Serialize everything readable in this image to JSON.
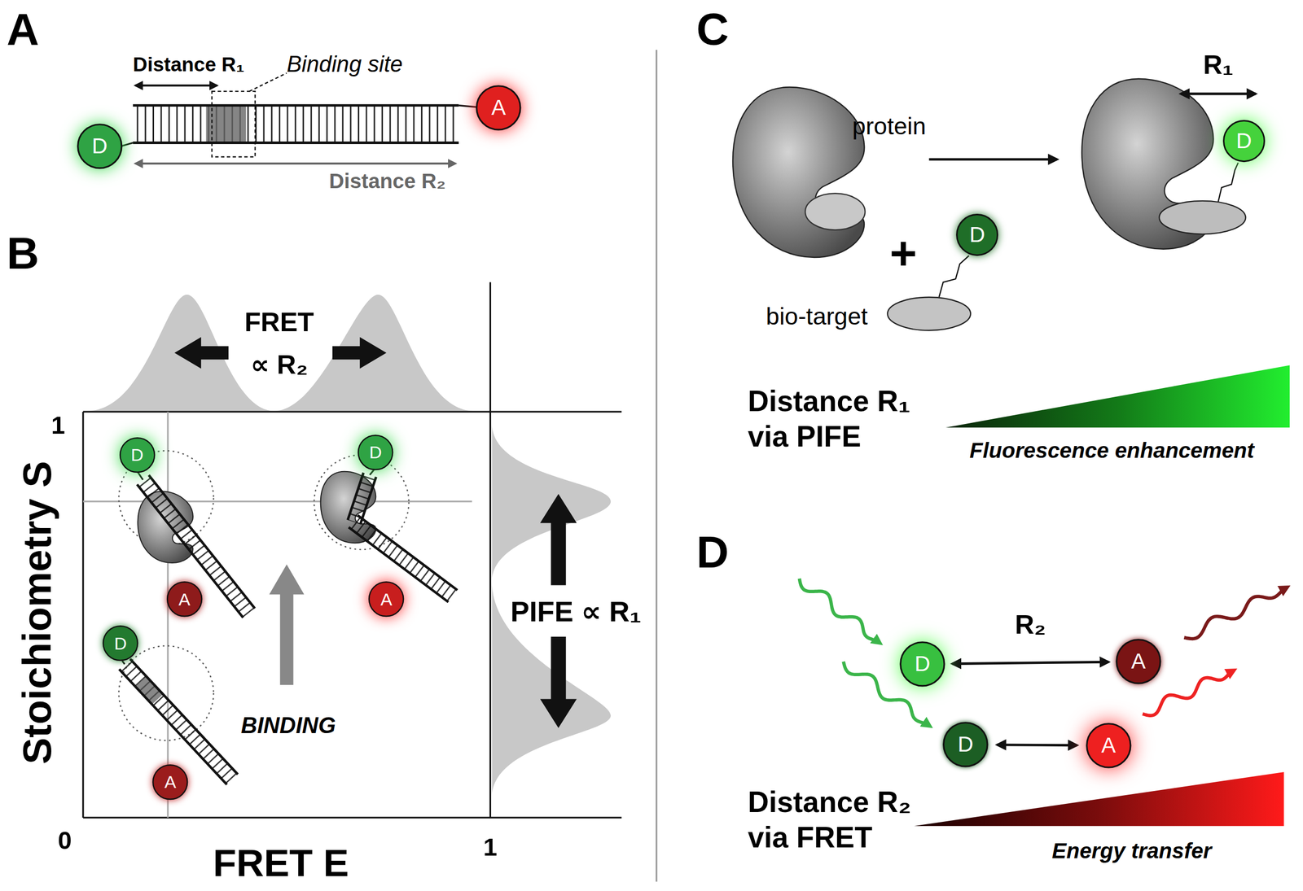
{
  "diagram": {
    "nodes": [
      {
        "text": [
          "D"
        ]
      },
      {
        "text": [
          "A"
        ]
      },
      {
        "text": [
          "D"
        ]
      },
      {
        "text": [
          "A"
        ]
      },
      {
        "text": [
          "D"
        ]
      },
      {
        "text": [
          "A"
        ]
      },
      {
        "text": [
          "D"
        ]
      },
      {
        "text": [
          "A"
        ]
      },
      {
        "text": [
          "D"
        ]
      },
      {
        "text": [
          "D"
        ]
      },
      {
        "text": [
          "D"
        ]
      },
      {
        "text": [
          "A"
        ]
      },
      {
        "text": [
          "D"
        ]
      },
      {
        "text": [
          "A"
        ]
      }
    ],
    "edges": [
      {
        "from": 10,
        "to": 11,
        "arrow": "both",
        "label": "R₂"
      },
      {
        "from": 12,
        "to": 13,
        "arrow": "both"
      }
    ],
    "labels": [
      "A",
      "Distance R₁",
      "Binding site",
      "Distance R₂",
      "B",
      "FRET ∝ R₂",
      "1",
      "Stoichiometry S",
      "0",
      "FRET E",
      "1",
      "BINDING",
      "PIFE ∝ R₁",
      "C",
      "protein",
      "bio-target",
      "R₁",
      "+",
      "Distance R₁ via PIFE",
      "Fluorescence enhancement",
      "D",
      "Distance R₂ via FRET",
      "Energy transfer"
    ]
  }
}
